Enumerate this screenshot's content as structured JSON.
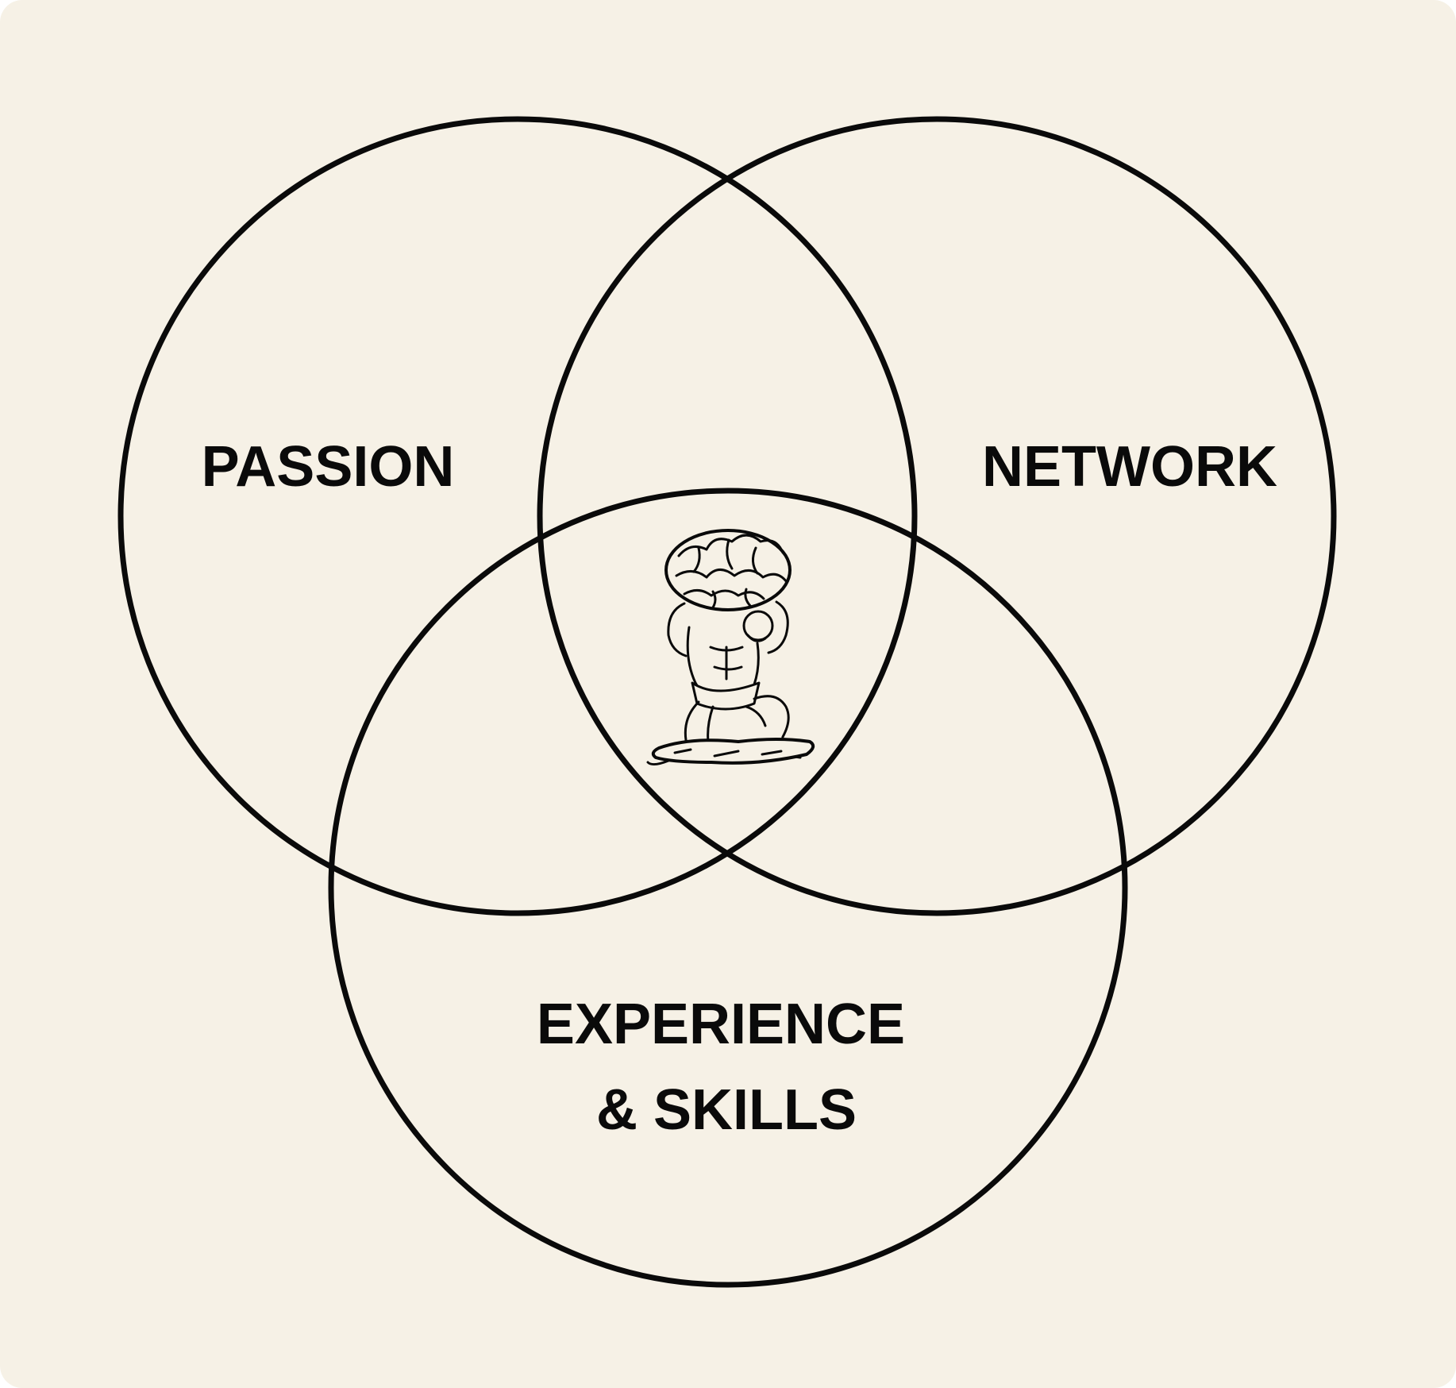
{
  "diagram": {
    "sets": [
      {
        "id": "passion",
        "label_lines": [
          "PASSION"
        ]
      },
      {
        "id": "network",
        "label_lines": [
          "NETWORK"
        ]
      },
      {
        "id": "experience",
        "label_lines": [
          "EXPERIENCE",
          "& SKILLS"
        ]
      }
    ],
    "center_icon": "atlas-carrying-brain-icon",
    "colors": {
      "background": "#f6f1e6",
      "stroke": "#0a0a0a"
    }
  }
}
